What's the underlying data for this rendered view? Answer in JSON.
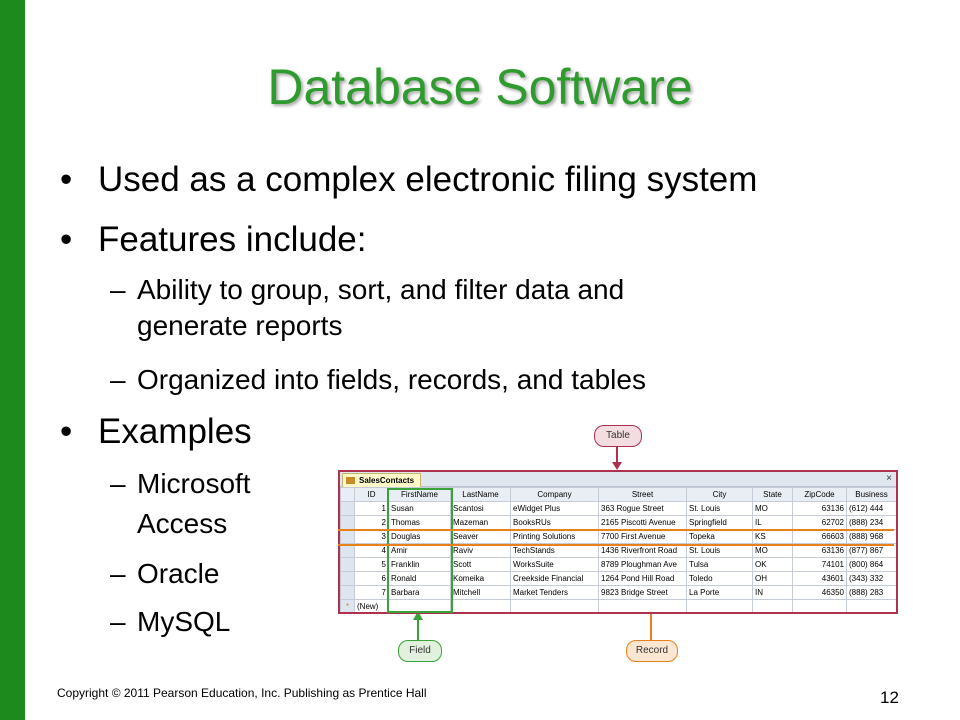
{
  "slide": {
    "title": "Database Software",
    "bullets": [
      "Used as a complex electronic filing system",
      "Features include:",
      "Examples"
    ],
    "sub_features": [
      "Ability to group, sort, and filter data and",
      "generate reports",
      "Organized into fields, records, and tables"
    ],
    "sub_examples": [
      "Microsoft",
      "Access",
      "Oracle",
      "MySQL"
    ],
    "bullet_glyph": "•",
    "dash_glyph": "–",
    "footer": "Copyright © 2011 Pearson Education, Inc. Publishing as Prentice Hall",
    "page_number": "12",
    "accent_green": "#1d8a1d",
    "title_green": "#2f9b2f"
  },
  "figure": {
    "tab_label": "SalesContacts",
    "close_glyph": "×",
    "callouts": {
      "table": "Table",
      "field": "Field",
      "record": "Record"
    },
    "columns": [
      "ID",
      "FirstName",
      "LastName",
      "Company",
      "Street",
      "City",
      "State",
      "ZipCode",
      "Business"
    ],
    "rows": [
      [
        "1",
        "Susan",
        "Scantosi",
        "eWidget Plus",
        "363 Rogue Street",
        "St. Louis",
        "MO",
        "63136",
        "(612) 444"
      ],
      [
        "2",
        "Thomas",
        "Mazeman",
        "BooksRUs",
        "2165 Piscotti Avenue",
        "Springfield",
        "IL",
        "62702",
        "(888) 234"
      ],
      [
        "3",
        "Douglas",
        "Seaver",
        "Printing Solutions",
        "7700 First Avenue",
        "Topeka",
        "KS",
        "66603",
        "(888) 968"
      ],
      [
        "4",
        "Amir",
        "Raviv",
        "TechStands",
        "1436 Riverfront Road",
        "St. Louis",
        "MO",
        "63136",
        "(877) 867"
      ],
      [
        "5",
        "Franklin",
        "Scott",
        "WorksSuite",
        "8789 Ploughman Ave",
        "Tulsa",
        "OK",
        "74101",
        "(800) 864"
      ],
      [
        "6",
        "Ronald",
        "Komeika",
        "Creekside Financial",
        "1264 Pond Hill Road",
        "Toledo",
        "OH",
        "43601",
        "(343) 332"
      ],
      [
        "7",
        "Barbara",
        "Mitchell",
        "Market Tenders",
        "9823 Bridge Street",
        "La Porte",
        "IN",
        "46350",
        "(888) 283"
      ]
    ],
    "new_row_marker": "*",
    "new_row_label": "(New)"
  }
}
